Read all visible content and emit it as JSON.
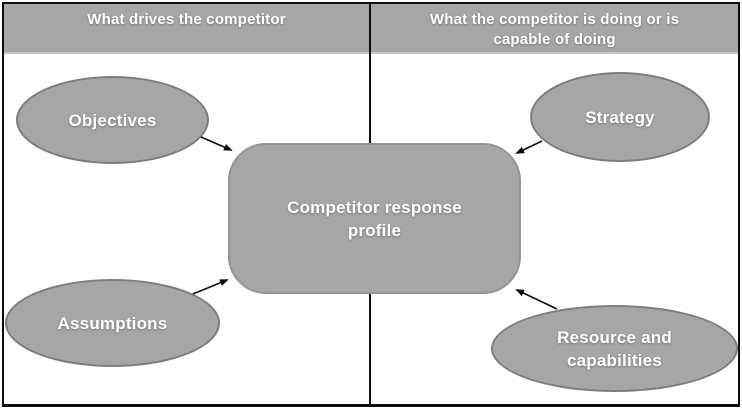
{
  "headers": {
    "left": "What drives the competitor",
    "right": "What the competitor is doing or is capable of doing"
  },
  "nodes": {
    "objectives": {
      "label": "Objectives"
    },
    "strategy": {
      "label": "Strategy"
    },
    "assumptions": {
      "label": "Assumptions"
    },
    "resources": {
      "label": "Resource and capabilities"
    },
    "center": {
      "label": "Competitor response profile"
    }
  },
  "arrows": [
    {
      "from": "Objectives",
      "to": "Competitor response profile"
    },
    {
      "from": "Strategy",
      "to": "Competitor response profile"
    },
    {
      "from": "Assumptions",
      "to": "Competitor response profile"
    },
    {
      "from": "Resource and capabilities",
      "to": "Competitor response profile"
    }
  ],
  "colors": {
    "shape_fill": "#a6a6a6",
    "shape_border": "#7d7d7d",
    "frame_border": "#0d0d0d",
    "label_text": "#ffffff"
  }
}
